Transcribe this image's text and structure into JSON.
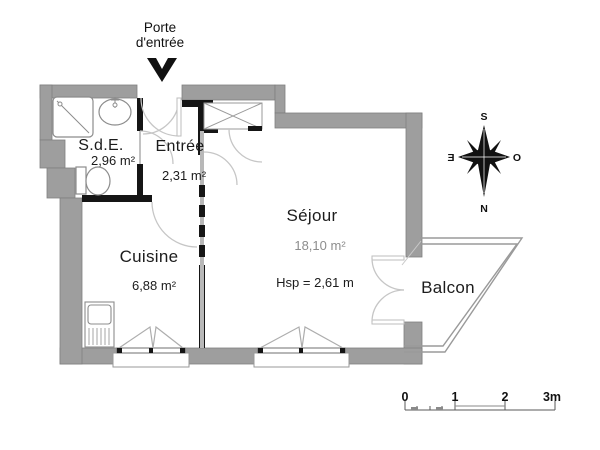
{
  "entrance_note": {
    "line1": "Porte",
    "line2": "d'entrée"
  },
  "rooms": {
    "sde": {
      "name": "S.d.E.",
      "area": "2,96 m²"
    },
    "entree": {
      "name": "Entrée",
      "area": "2,31 m²"
    },
    "cuisine": {
      "name": "Cuisine",
      "area": "6,88 m²"
    },
    "sejour": {
      "name": "Séjour",
      "area": "18,10 m²",
      "ceiling_height": "Hsp = 2,61 m"
    },
    "balcon": {
      "name": "Balcon"
    }
  },
  "compass": {
    "top": "S",
    "bottom": "N",
    "left": "E",
    "right": "O"
  },
  "scale_bar": {
    "labels": [
      "0",
      "1",
      "2",
      "3m"
    ]
  },
  "colors": {
    "wall_gray": "#9e9e9e",
    "wall_edge": "#7f7f7f",
    "interior_wall_black": "#151515",
    "fixture_line": "#8c8c8c",
    "door_arc": "#c6c6c6"
  }
}
